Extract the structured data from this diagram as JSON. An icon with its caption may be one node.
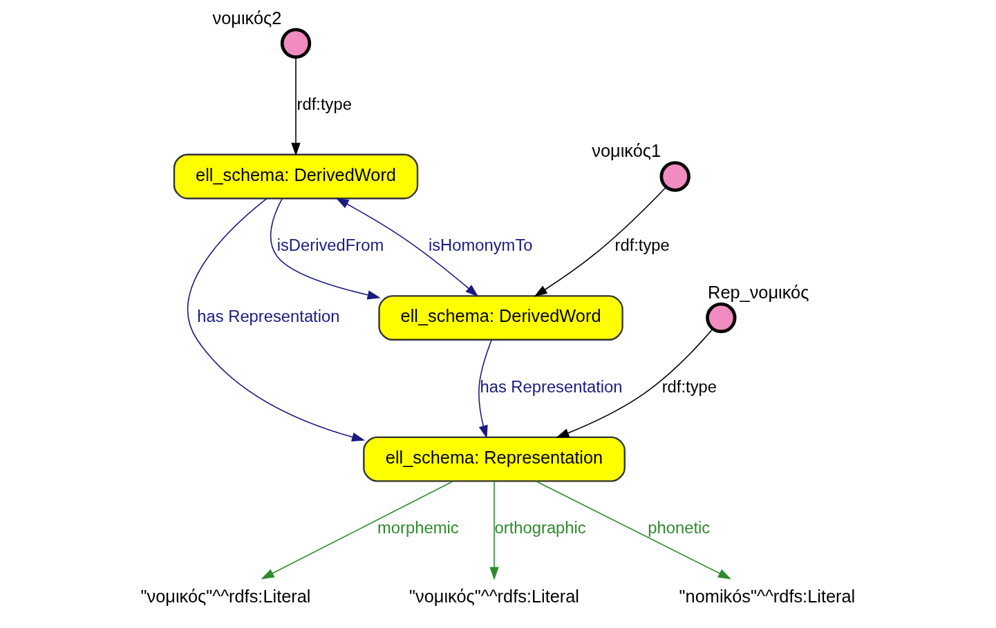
{
  "diagram": {
    "nodes": [
      {
        "text": [
          "ell_schema: DerivedWord"
        ]
      },
      {
        "text": [
          "ell_schema: DerivedWord"
        ]
      },
      {
        "text": [
          "ell_schema: Representation"
        ]
      },
      {
        "text": [
          "νομικός1"
        ]
      },
      {
        "text": [
          "νομικός2"
        ]
      },
      {
        "text": [
          "Rep_νομικός"
        ]
      },
      {
        "text": [
          "\"νομικός\"^^rdfs:Literal"
        ]
      },
      {
        "text": [
          "\"νομικός\"^^rdfs:Literal"
        ]
      },
      {
        "text": [
          "\"nomikós\"^^rdfs:Literal"
        ]
      }
    ],
    "edges": [
      {
        "from": 1,
        "to": 0,
        "arrow": "both",
        "label": "isHomonymTo"
      },
      {
        "from": 1,
        "to": 0,
        "arrow": "to",
        "label": "isDerivedFrom"
      },
      {
        "from": 0,
        "to": 2,
        "arrow": "to",
        "label": "has Representation"
      },
      {
        "from": 1,
        "to": 2,
        "arrow": "to",
        "label": "has Representation"
      },
      {
        "from": 3,
        "to": 0,
        "arrow": "to",
        "label": "rdf:type",
        "color": "#000000"
      },
      {
        "from": 4,
        "to": 1,
        "arrow": "to",
        "label": "rdf:type",
        "color": "#000000"
      },
      {
        "from": 5,
        "to": 2,
        "arrow": "to",
        "label": "rdf:type",
        "color": "#000000"
      },
      {
        "from": 2,
        "to": 6,
        "arrow": "to",
        "label": "morphemic",
        "color": "#2e8b2e"
      },
      {
        "from": 2,
        "to": 7,
        "arrow": "to",
        "label": "orthographic",
        "color": "#2e8b2e"
      },
      {
        "from": 2,
        "to": 8,
        "arrow": "to",
        "label": "phonetic",
        "color": "#2e8b2e"
      }
    ]
  }
}
